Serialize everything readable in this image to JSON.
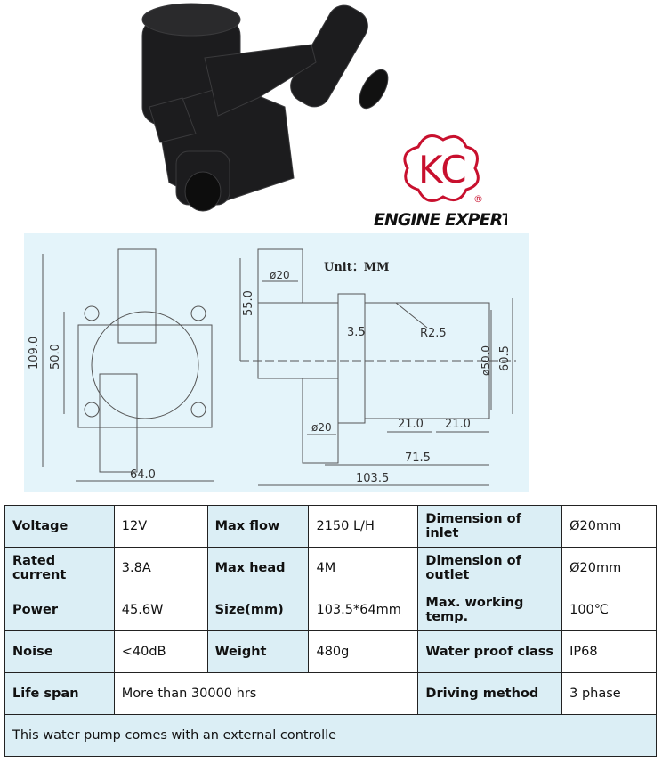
{
  "logo": {
    "mark": "KC",
    "registered": "®",
    "tagline": "ENGINE EXPERT"
  },
  "drawing": {
    "unit_label": "Unit：MM",
    "dims": {
      "height_total": "109.0",
      "hole_spacing": "50.0",
      "width": "64.0",
      "inlet_height": "55.0",
      "inlet_diameter": "ø20",
      "outlet_diameter": "ø20",
      "groove_depth": "3.5",
      "groove_radius": "R2.5",
      "body_diameter": "ø50.0",
      "flange_height": "60.5",
      "groove_pitch_1": "21.0",
      "groove_pitch_2": "21.0",
      "outlet_to_end": "71.5",
      "total_length": "103.5"
    }
  },
  "specs": {
    "rows": [
      [
        {
          "label": "Voltage",
          "value": "12V"
        },
        {
          "label": "Max flow",
          "value": "2150 L/H"
        },
        {
          "label": "Dimension of inlet",
          "value": "Ø20mm"
        }
      ],
      [
        {
          "label": "Rated current",
          "value": "3.8A"
        },
        {
          "label": "Max head",
          "value": "4M"
        },
        {
          "label": "Dimension of outlet",
          "value": "Ø20mm"
        }
      ],
      [
        {
          "label": "Power",
          "value": "45.6W"
        },
        {
          "label": "Size(mm)",
          "value": "103.5*64mm"
        },
        {
          "label": "Max. working temp.",
          "value": "100℃"
        }
      ],
      [
        {
          "label": "Noise",
          "value": "<40dB"
        },
        {
          "label": "Weight",
          "value": "480g"
        },
        {
          "label": "Water proof class",
          "value": "IP68"
        }
      ]
    ],
    "life_span": {
      "label": "Life span",
      "value": "More than 30000 hrs"
    },
    "driving": {
      "label": "Driving method",
      "value": "3 phase"
    },
    "note": "This water pump comes with an external controlle"
  }
}
